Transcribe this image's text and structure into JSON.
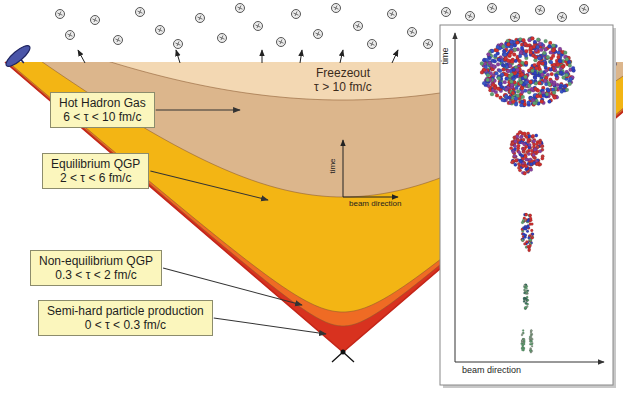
{
  "diagram": {
    "nodes": [
      {
        "text": [
          "Freezeout",
          "τ > 10 fm/c"
        ]
      },
      {
        "text": [
          "Hot Hadron Gas",
          "6 < τ < 10 fm/c"
        ]
      },
      {
        "text": [
          "Equilibrium QGP",
          "2 < τ < 6 fm/c"
        ]
      },
      {
        "text": [
          "Non-equilibrium QGP",
          "0.3 < τ < 2 fm/c"
        ]
      },
      {
        "text": [
          "Semi-hard particle production",
          "0 < τ < 0.3 fm/c"
        ]
      }
    ],
    "labels": [
      "time",
      "beam direction",
      "time",
      "beam direction"
    ]
  }
}
